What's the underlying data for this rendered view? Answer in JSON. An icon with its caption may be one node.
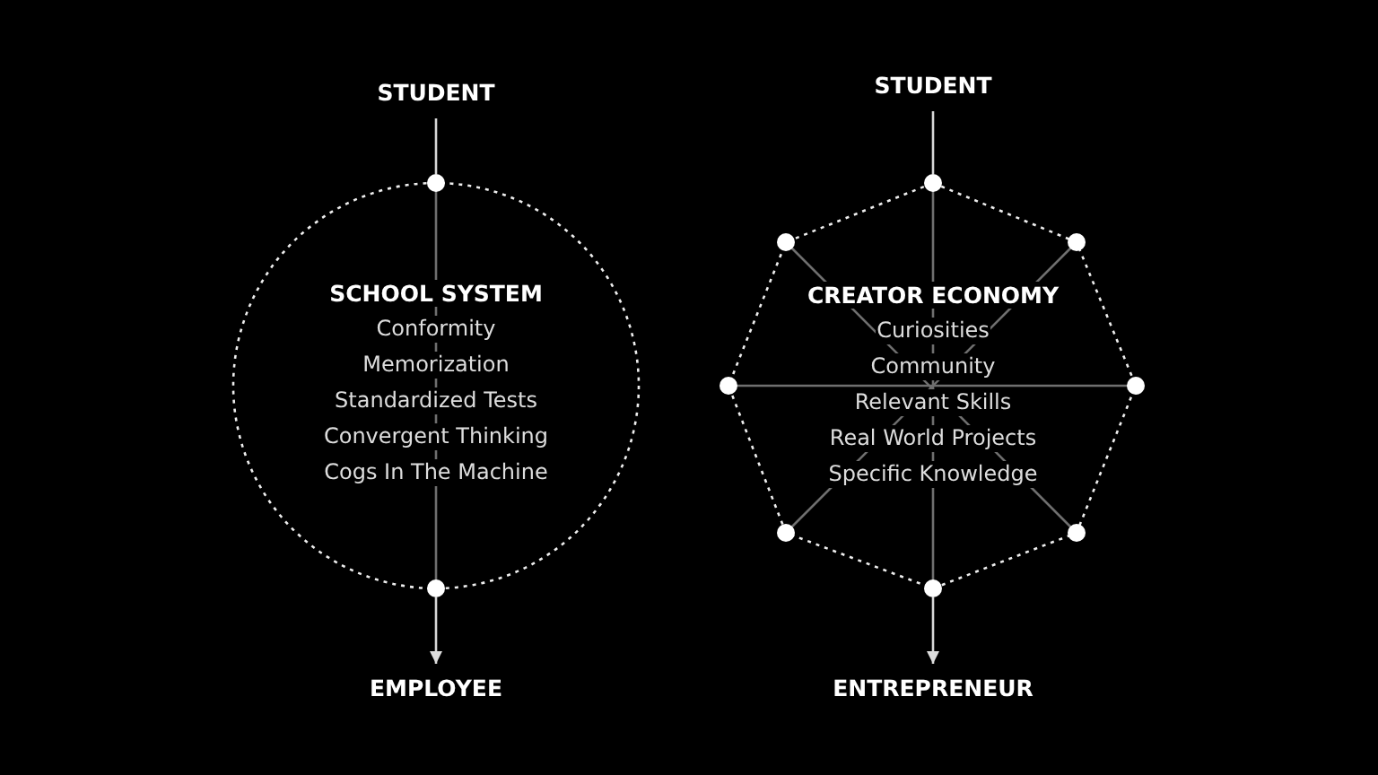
{
  "diagram": {
    "nodes": [
      {
        "text": [
          "STUDENT"
        ]
      },
      {
        "text": [
          "SCHOOL SYSTEM",
          "Conformity",
          "Memorization",
          "Standardized Tests",
          "Convergent Thinking",
          "Cogs In The Machine"
        ]
      },
      {
        "text": [],
        "shape": "circle"
      },
      {
        "text": [],
        "shape": "circle"
      },
      {
        "text": [
          "EMPLOYEE"
        ]
      },
      {
        "text": [
          "STUDENT"
        ]
      },
      {
        "text": [
          "CREATOR ECONOMY",
          "Curiosities",
          "Community",
          "Relevant Skills",
          "Real World Projects",
          "Specific Knowledge"
        ]
      },
      {
        "text": [],
        "shape": "circle"
      },
      {
        "text": [],
        "shape": "circle"
      },
      {
        "text": [],
        "shape": "circle"
      },
      {
        "text": [],
        "shape": "circle"
      },
      {
        "text": [],
        "shape": "circle"
      },
      {
        "text": [],
        "shape": "circle"
      },
      {
        "text": [],
        "shape": "circle"
      },
      {
        "text": [],
        "shape": "circle"
      },
      {
        "text": [
          "ENTREPRENEUR"
        ]
      }
    ],
    "edges": [
      {
        "from": 0,
        "to": 2,
        "arrow": "none"
      },
      {
        "from": 3,
        "to": 4,
        "arrow": "to"
      },
      {
        "from": 5,
        "to": 7,
        "arrow": "none"
      },
      {
        "from": 14,
        "to": 15,
        "arrow": "to"
      }
    ]
  }
}
